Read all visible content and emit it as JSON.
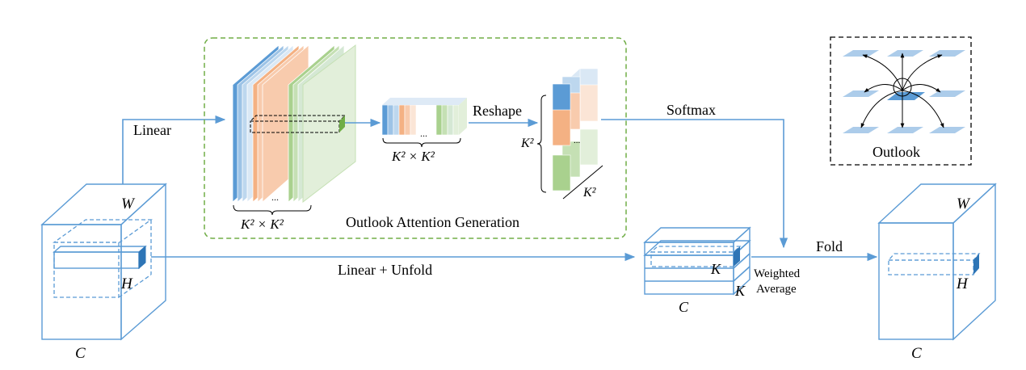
{
  "labels": {
    "linear": "Linear",
    "linear_unfold": "Linear + Unfold",
    "reshape": "Reshape",
    "softmax": "Softmax",
    "fold": "Fold",
    "weighted": "Weighted",
    "average": "Average",
    "outlook_attention_generation": "Outlook Attention Generation",
    "outlook": "Outlook",
    "ellipsis": "...",
    "k2_times_k2": "K² × K²",
    "k2": "K²",
    "k": "K",
    "c": "C",
    "w": "W",
    "h": "H"
  },
  "colors": {
    "line": "#5b9bd5",
    "blue": "#5b9bd5",
    "blue_light": "#c6d9ee",
    "orange": "#f4b183",
    "orange_light": "#f8cbad",
    "green": "#a9d18e",
    "green_light": "#d5e8d4",
    "green_dark": "#70ad47",
    "dashed_green": "#70ad47"
  }
}
